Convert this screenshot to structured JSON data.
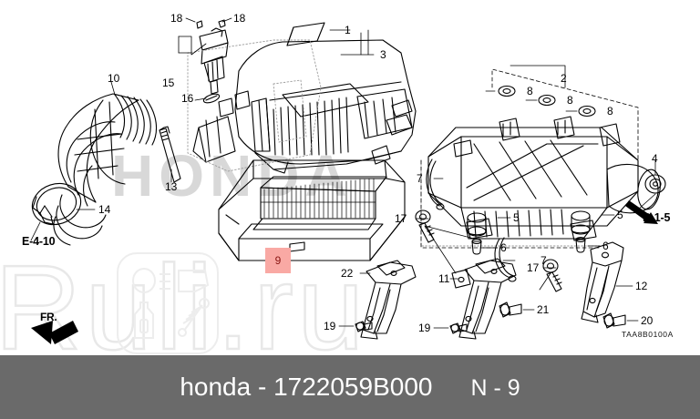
{
  "diagram": {
    "code": "TAA8B0100A",
    "direction_marker": "FR.",
    "watermark_text": "Ruli.ru",
    "watermark_brand": "HONDA",
    "highlight_color": "#f9a9a4",
    "highlight_text_color": "#8a1512",
    "line_color": "#000000",
    "background": "#ffffff"
  },
  "callouts": [
    {
      "id": "c18a",
      "label": "18"
    },
    {
      "id": "c18b",
      "label": "18"
    },
    {
      "id": "c15",
      "label": "15"
    },
    {
      "id": "c16",
      "label": "16"
    },
    {
      "id": "c1",
      "label": "1"
    },
    {
      "id": "c3",
      "label": "3"
    },
    {
      "id": "c10",
      "label": "10"
    },
    {
      "id": "c13",
      "label": "13"
    },
    {
      "id": "c14",
      "label": "14"
    },
    {
      "id": "c2",
      "label": "2"
    },
    {
      "id": "c8a",
      "label": "8"
    },
    {
      "id": "c8b",
      "label": "8"
    },
    {
      "id": "c8c",
      "label": "8"
    },
    {
      "id": "c4",
      "label": "4"
    },
    {
      "id": "c7a",
      "label": "7"
    },
    {
      "id": "c7b",
      "label": "7"
    },
    {
      "id": "c17a",
      "label": "17"
    },
    {
      "id": "c17b",
      "label": "17"
    },
    {
      "id": "c5a",
      "label": "5"
    },
    {
      "id": "c5b",
      "label": "5"
    },
    {
      "id": "c6a",
      "label": "6"
    },
    {
      "id": "c6b",
      "label": "6"
    },
    {
      "id": "c9",
      "label": "9"
    },
    {
      "id": "c22",
      "label": "22"
    },
    {
      "id": "c11",
      "label": "11"
    },
    {
      "id": "c19a",
      "label": "19"
    },
    {
      "id": "c19b",
      "label": "19"
    },
    {
      "id": "c21",
      "label": "21"
    },
    {
      "id": "c12",
      "label": "12"
    },
    {
      "id": "c20",
      "label": "20"
    }
  ],
  "references": [
    {
      "id": "ref_e410",
      "label": "E-4-10"
    },
    {
      "id": "ref_b15",
      "label": "B-1-5"
    }
  ],
  "footer": {
    "part_text": "honda - 1722059B000",
    "page_text": "N - 9",
    "background": "#6a6a6a",
    "text_color": "#ffffff"
  }
}
